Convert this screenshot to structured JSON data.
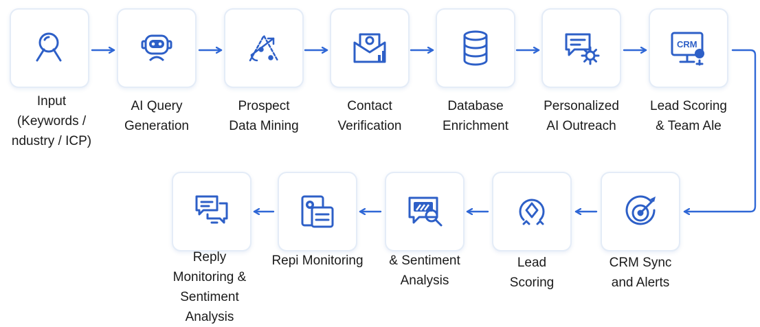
{
  "colors": {
    "accent": "#2f67d6",
    "icon": "#2d5fc7",
    "border": "#e4ecf7",
    "text": "#1a1a1a"
  },
  "row1": [
    {
      "icon": "magnifier-icon",
      "label": "Input\n(Keywords /\nndustry / ICP)"
    },
    {
      "icon": "robot-icon",
      "label": "AI Query\nGeneration"
    },
    {
      "icon": "data-mining-icon",
      "label": "Prospect\nData Mining"
    },
    {
      "icon": "email-verify-icon",
      "label": "Contact\nVerification"
    },
    {
      "icon": "database-icon",
      "label": "Database\nEnrichment"
    },
    {
      "icon": "chat-gear-icon",
      "label": "Personalized\nAI Outreach"
    },
    {
      "icon": "crm-monitor-icon",
      "label": "Lead Scoring\n& Team Ale",
      "icon_text": "CRM"
    }
  ],
  "row2": [
    {
      "icon": "target-icon",
      "label": "CRM Sync\nand Alerts"
    },
    {
      "icon": "compass-icon",
      "label": "Lead\nScoring"
    },
    {
      "icon": "analysis-chat-icon",
      "label": "& Sentiment\nAnalysis"
    },
    {
      "icon": "document-icon",
      "label": "Repi Monitoring"
    },
    {
      "icon": "speech-bubbles-icon",
      "label": "Reply\nMonitoring &\nSentiment Analysis"
    }
  ]
}
